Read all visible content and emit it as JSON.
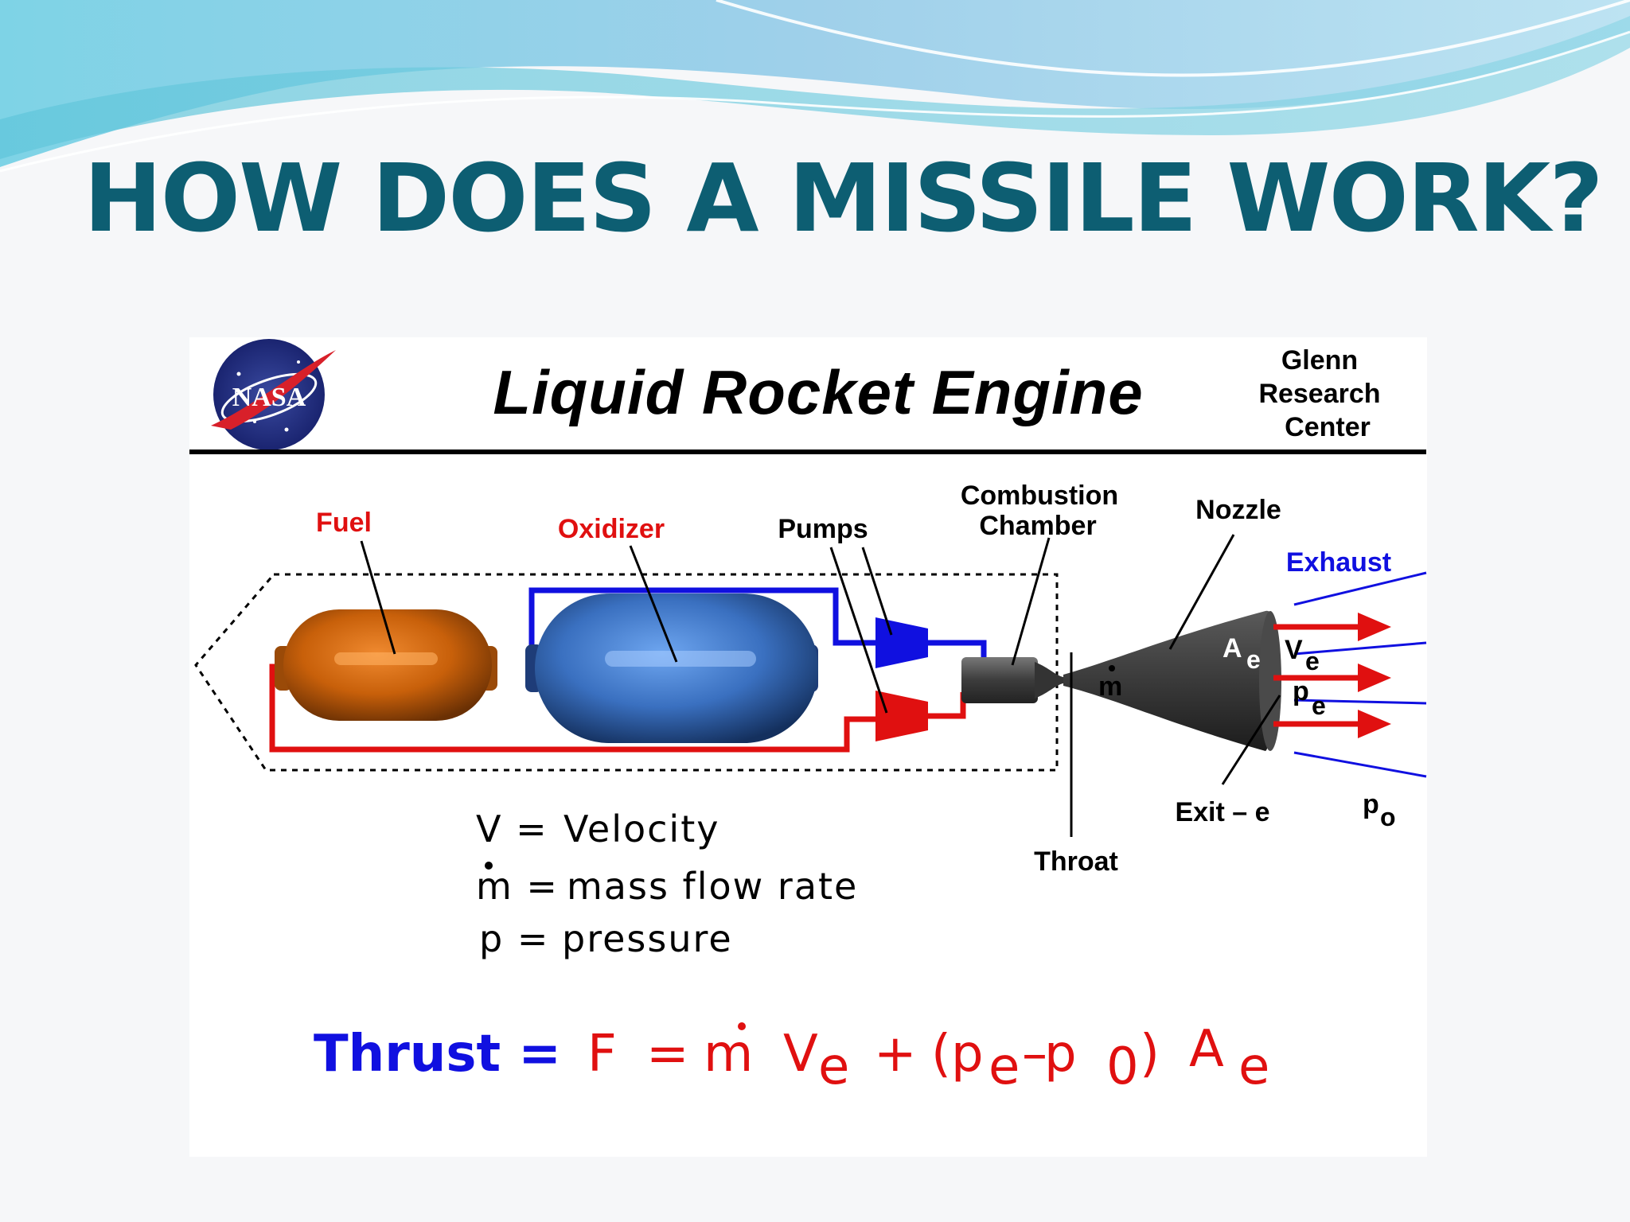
{
  "slide": {
    "title": "HOW DOES A MISSILE WORK?"
  },
  "diagram": {
    "logo": {
      "text": "NASA",
      "icon": "nasa-meatball-logo"
    },
    "title": "Liquid Rocket Engine",
    "org_line1": "Glenn",
    "org_line2": "Research",
    "org_line3": "Center",
    "labels": {
      "fuel": "Fuel",
      "oxidizer": "Oxidizer",
      "pumps": "Pumps",
      "combustion_line1": "Combustion",
      "combustion_line2": "Chamber",
      "nozzle": "Nozzle",
      "exhaust": "Exhaust",
      "throat": "Throat",
      "exit": "Exit – e",
      "a": "A",
      "a_sub": "e",
      "v": "V",
      "v_sub": "e",
      "p": "p",
      "p_sub": "e",
      "po": "p",
      "po_sub": "o",
      "mdot": "m"
    },
    "legend": {
      "v_sym": "V =",
      "v_def": "Velocity",
      "m_sym": "m =",
      "m_def": "mass  flow  rate",
      "p_sym": "p =",
      "p_def": "pressure"
    },
    "equation": {
      "thrust_label": "Thrust =",
      "f": "F",
      "eq": "=",
      "m": "m",
      "v": "V",
      "v_sub": "e",
      "plus": "+",
      "open": "(p",
      "pe_sub": "e",
      "minus": "–",
      "p0": "p",
      "p0_sub": "0",
      "close": ")",
      "a": "A",
      "a_sub": "e"
    },
    "colors": {
      "title_teal": "#0d5e72",
      "fuel_red": "#e01010",
      "oxidizer_blue": "#1010e0",
      "fuel_tank": "#c8600a",
      "oxidizer_tank": "#3a70c0",
      "nozzle_gray": "#3a3a3a"
    }
  }
}
